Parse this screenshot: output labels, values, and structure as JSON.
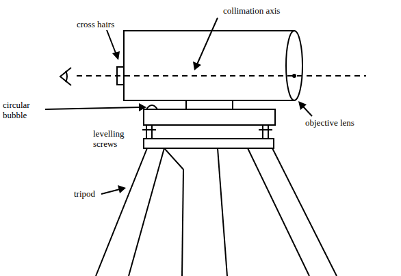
{
  "diagram": {
    "labels": [
      "cross hairs",
      "collimation axis",
      "circular bubble",
      "levelling screws",
      "objective lens",
      "tripod"
    ]
  }
}
